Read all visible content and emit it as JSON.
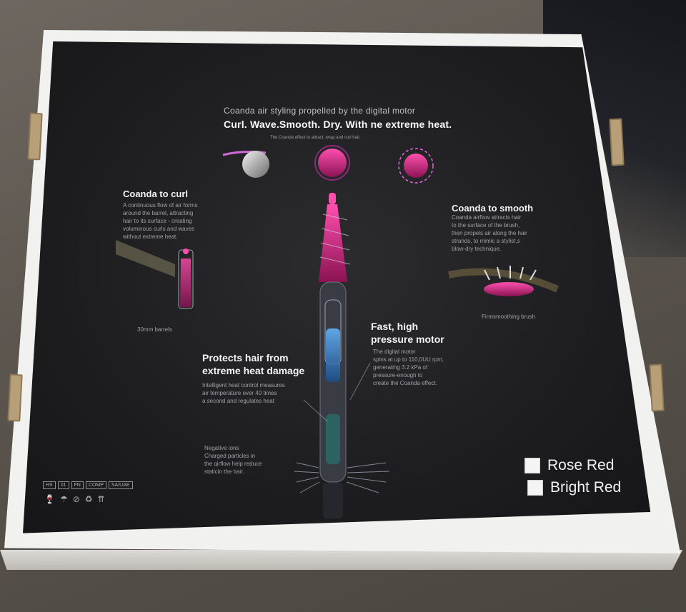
{
  "panel": {
    "subtitle": "Coanda air styling propelled by the digital motor",
    "tagline": "Curl. Wave.Smooth. Dry. With ne extreme heat.",
    "caption": "The Coanda effect to attract, wrap and curl hair."
  },
  "curl": {
    "heading": "Coanda to curl",
    "body": [
      "A continuous flow of air forms",
      "around the barrel, attracting",
      "hair to its surface - creating",
      "voluminous curls and waves",
      "without extreme heat."
    ],
    "barrel_label": "30mm barrels"
  },
  "smooth": {
    "heading": "Coanda to smooth",
    "body": [
      "Coanda airflow attracts hair",
      "to the surface of the brush,",
      "then propels air along the hair",
      "strands, to mimic a stylist,s",
      "blow-dry technique."
    ],
    "brush_label": "Firmsmoothing brush"
  },
  "motor": {
    "heading": [
      "Fast, high",
      "pressure motor"
    ],
    "body": [
      "The digital motor",
      "spins at up to 110,0UU rpm,",
      "generating 3.2 kPa of",
      "pressure-enough to",
      "create the Coanda effect."
    ]
  },
  "heat": {
    "heading": [
      "Protects hair from",
      "extreme heat damage"
    ],
    "body": [
      "Intelligent heat control measures",
      "air temperature over 40 times",
      "a second and regulates heat"
    ]
  },
  "ions": {
    "body": [
      "Negative ions",
      "Charged particles in",
      "the qirflow help reduce",
      "staticin the hair."
    ]
  },
  "colors": [
    "Rose Red",
    "Bright Red"
  ],
  "badges": [
    "HS",
    "01",
    "FN",
    "COMP",
    "SA/UAE"
  ],
  "symbols": [
    "glass-icon",
    "umbrella-icon",
    "no-hook-icon",
    "recycle-icon",
    "this-way-up-icon"
  ],
  "accent": "#d6237f"
}
